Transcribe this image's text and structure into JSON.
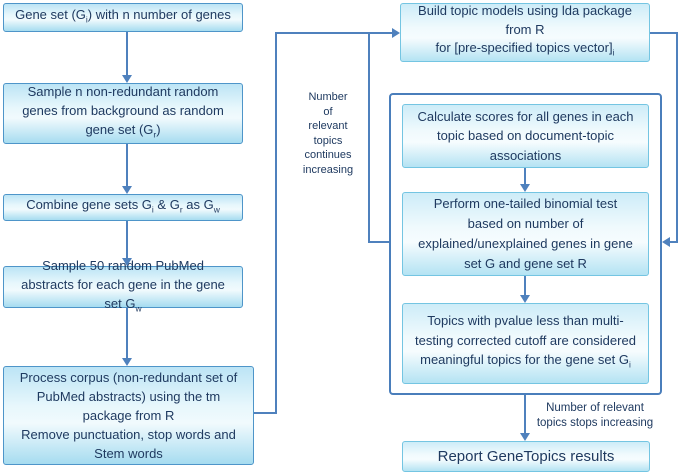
{
  "colors": {
    "connector": "#4f81bd",
    "text": "#1f3a60",
    "border_left": "#4e95c9",
    "border_right": "#74c5e2",
    "container_border": "#4a7ebb"
  },
  "left_column": {
    "box1": {
      "pre": "Gene set (G",
      "sub": "i",
      "post": ") with n number of genes"
    },
    "box2": {
      "pre": "Sample n non-redundant random genes from background as random gene set (G",
      "sub": "r",
      "post": ")"
    },
    "box3": {
      "p1": "Combine gene sets G",
      "s1": "i",
      "p2": " & G",
      "s2": "r",
      "p3": " as G",
      "s3": "w"
    },
    "box4": {
      "pre": "Sample 50 random PubMed abstracts for each gene in the gene set G",
      "sub": "w"
    },
    "box5": {
      "para1": "Process corpus (non-redundant set of PubMed abstracts) using the tm package from R",
      "para2": "Remove punctuation, stop words and Stem words"
    }
  },
  "loop_label": {
    "line1": "Number",
    "line2": "of",
    "line3": "relevant",
    "line4": "topics",
    "line5": "continues",
    "line6": "increasing"
  },
  "right_column": {
    "build_box": {
      "line1": "Build topic models using lda package",
      "line2": "from R",
      "line3_pre": "for [pre-specified topics vector]",
      "line3_sub": "i"
    },
    "inner_box1": "Calculate scores for all genes in each topic based on document-topic associations",
    "inner_box2": "Perform one-tailed binomial test based on number of explained/unexplained genes in gene set G and gene set R",
    "inner_box3": {
      "pre": "Topics with pvalue less than multi-testing corrected cutoff are considered meaningful topics for the gene set G",
      "sub": "i"
    },
    "stop_label": {
      "line1": "Number of relevant",
      "line2": "topics stops increasing"
    },
    "report_box": "Report GeneTopics results"
  }
}
